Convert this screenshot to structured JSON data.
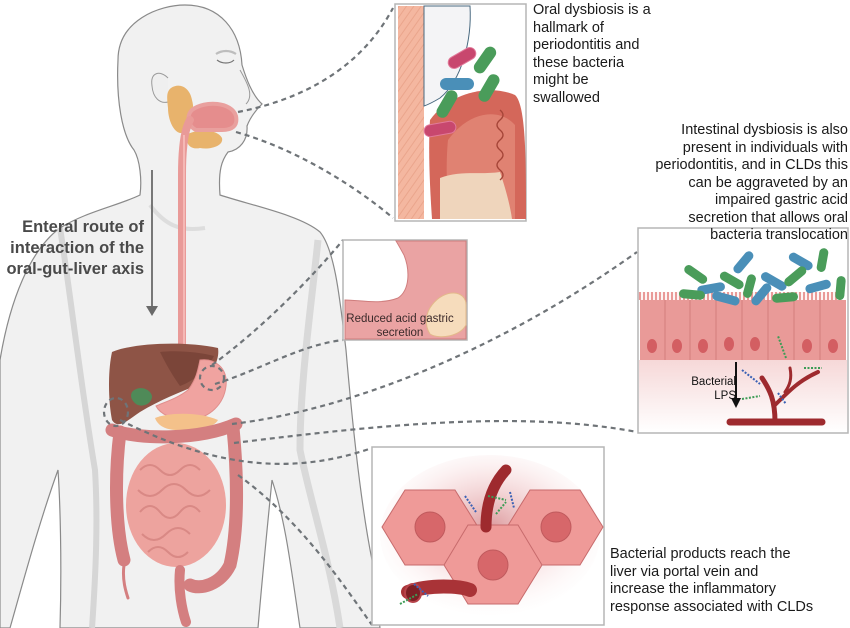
{
  "figure": {
    "main_label": {
      "lines": [
        "Enteral route of",
        "interaction of the",
        "oral-gut-liver axis"
      ]
    },
    "panels": {
      "oral": {
        "caption_lines": [
          "Oral dysbiosis is a",
          "hallmark of",
          "periodontitis and",
          "these bacteria",
          "might be",
          "swallowed"
        ]
      },
      "stomach": {
        "caption_lines": [
          "Reduced acid gastric",
          "secretion"
        ]
      },
      "intestine": {
        "caption_lines": [
          "Intestinal dysbiosis is also",
          "present in individuals with",
          "periodontitis, and in CLDs this",
          "can be aggraveted by an",
          "impaired gastric acid",
          "secretion that allows oral",
          "bacteria translocation"
        ],
        "arrow_label_lines": [
          "Bacterial",
          "LPS"
        ]
      },
      "liver": {
        "caption_lines": [
          "Bacterial products reach the",
          "liver via portal vein and",
          "increase the inflammatory",
          "response associated with CLDs"
        ]
      }
    },
    "colors": {
      "body_fill": "#f1f1f1",
      "body_outline": "#8a8a8a",
      "tissue_pink": "#e99a98",
      "intestine": "#d47f80",
      "liver_brown": "#8e5446",
      "gallbladder": "#4f8a58",
      "salivary": "#e8b36c",
      "bacteria_green": "#4a9c5a",
      "bacteria_blue": "#4a8fb8",
      "bacteria_pink": "#c8476e",
      "vessel_red": "#9e2a2e",
      "frame_gray": "#b5b5b5",
      "dash_gray": "#6f7478"
    }
  }
}
